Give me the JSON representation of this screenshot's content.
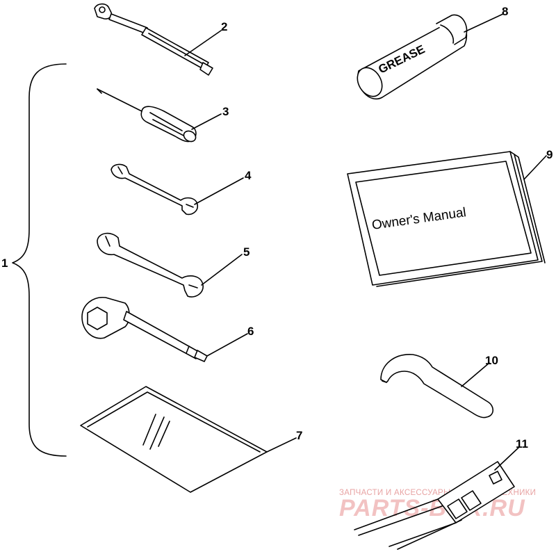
{
  "callouts": {
    "c1": "1",
    "c2": "2",
    "c3": "3",
    "c4": "4",
    "c5": "5",
    "c6": "6",
    "c7": "7",
    "c8": "8",
    "c9": "9",
    "c10": "10",
    "c11": "11"
  },
  "labels": {
    "grease": "GREASE",
    "manual": "Owner's Manual"
  },
  "watermark": {
    "line1": "ЗАПЧАСТИ И АКСЕССУАРЫ ДЛЯ МОТОТЕХНИКИ",
    "line2": "PARTS-BOX.RU"
  }
}
